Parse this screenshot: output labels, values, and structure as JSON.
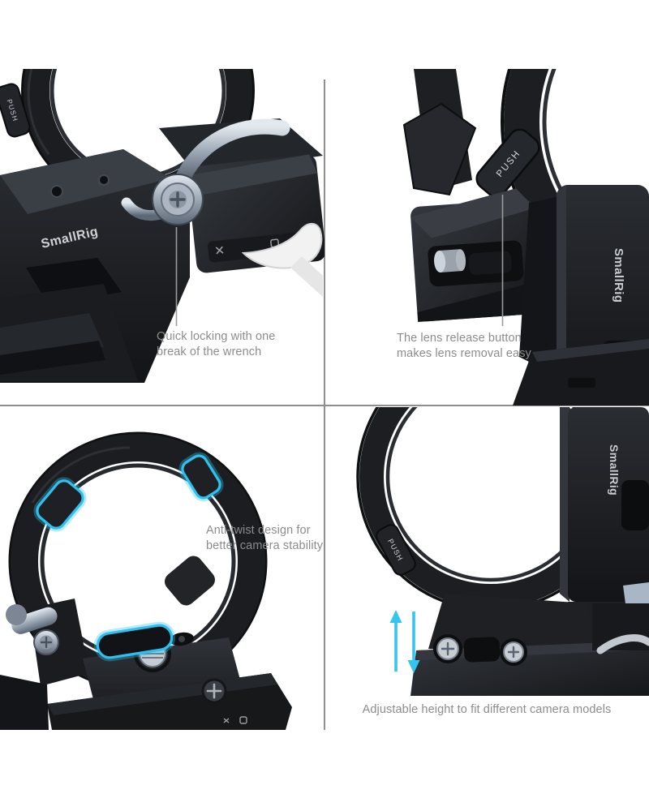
{
  "image_title": "SmallRig rotatable mount plate feature collage",
  "brand": "SmallRig",
  "push_label": "PUSH",
  "colors": {
    "accent_cyan": "#35c5ee",
    "caption_gray": "#8c8c8c",
    "divider_gray": "#8e8e8e",
    "product_black": "#1b1d20",
    "lever_white": "#f2f2f2",
    "metal_silver": "#a8b3c0"
  },
  "quadrants": {
    "top_left": {
      "caption": "Quick locking with one\nbreak of the wrench"
    },
    "top_right": {
      "caption": "The lens release button\nmakes lens removal easy"
    },
    "bottom_left": {
      "caption": "Anti-twist design for\nbetter camera stability"
    },
    "bottom_right": {
      "caption": "Adjustable height to fit different camera models"
    }
  }
}
